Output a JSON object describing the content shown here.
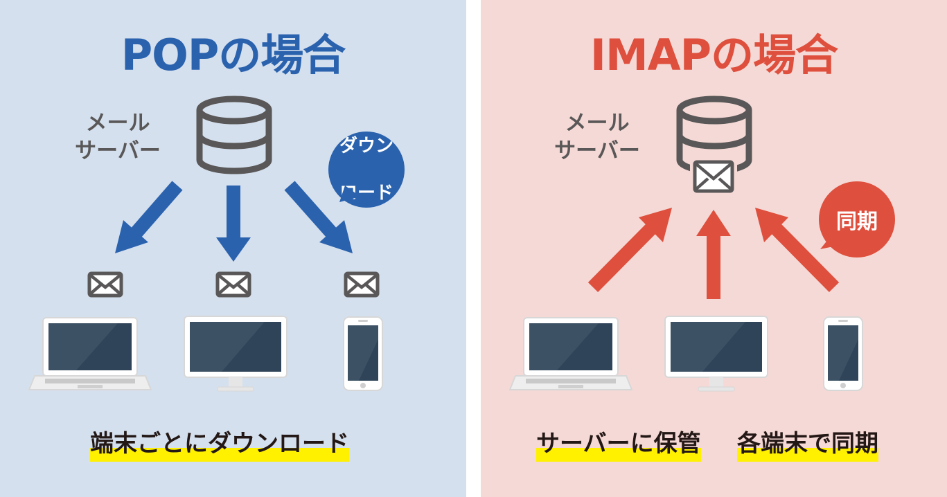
{
  "pop": {
    "title": "POPの場合",
    "server_label_line1": "メール",
    "server_label_line2": "サーバー",
    "bubble_line1": "ダウン",
    "bubble_line2": "ロード",
    "caption": "端末ごとにダウンロード",
    "accent_color": "#2a62ae"
  },
  "imap": {
    "title": "IMAPの場合",
    "server_label_line1": "メール",
    "server_label_line2": "サーバー",
    "bubble": "同期",
    "caption_left": "サーバーに保管",
    "caption_right": "各端末で同期",
    "accent_color": "#de4f3d"
  },
  "icons": [
    "database-icon",
    "envelope-icon",
    "laptop-icon",
    "monitor-icon",
    "smartphone-icon",
    "arrow-icon"
  ],
  "colors": {
    "pop_background": "#d5e0ee",
    "imap_background": "#f5d9d6",
    "icon_gray": "#595757",
    "screen_dark": "#2f4458",
    "highlight": "#fff100"
  }
}
